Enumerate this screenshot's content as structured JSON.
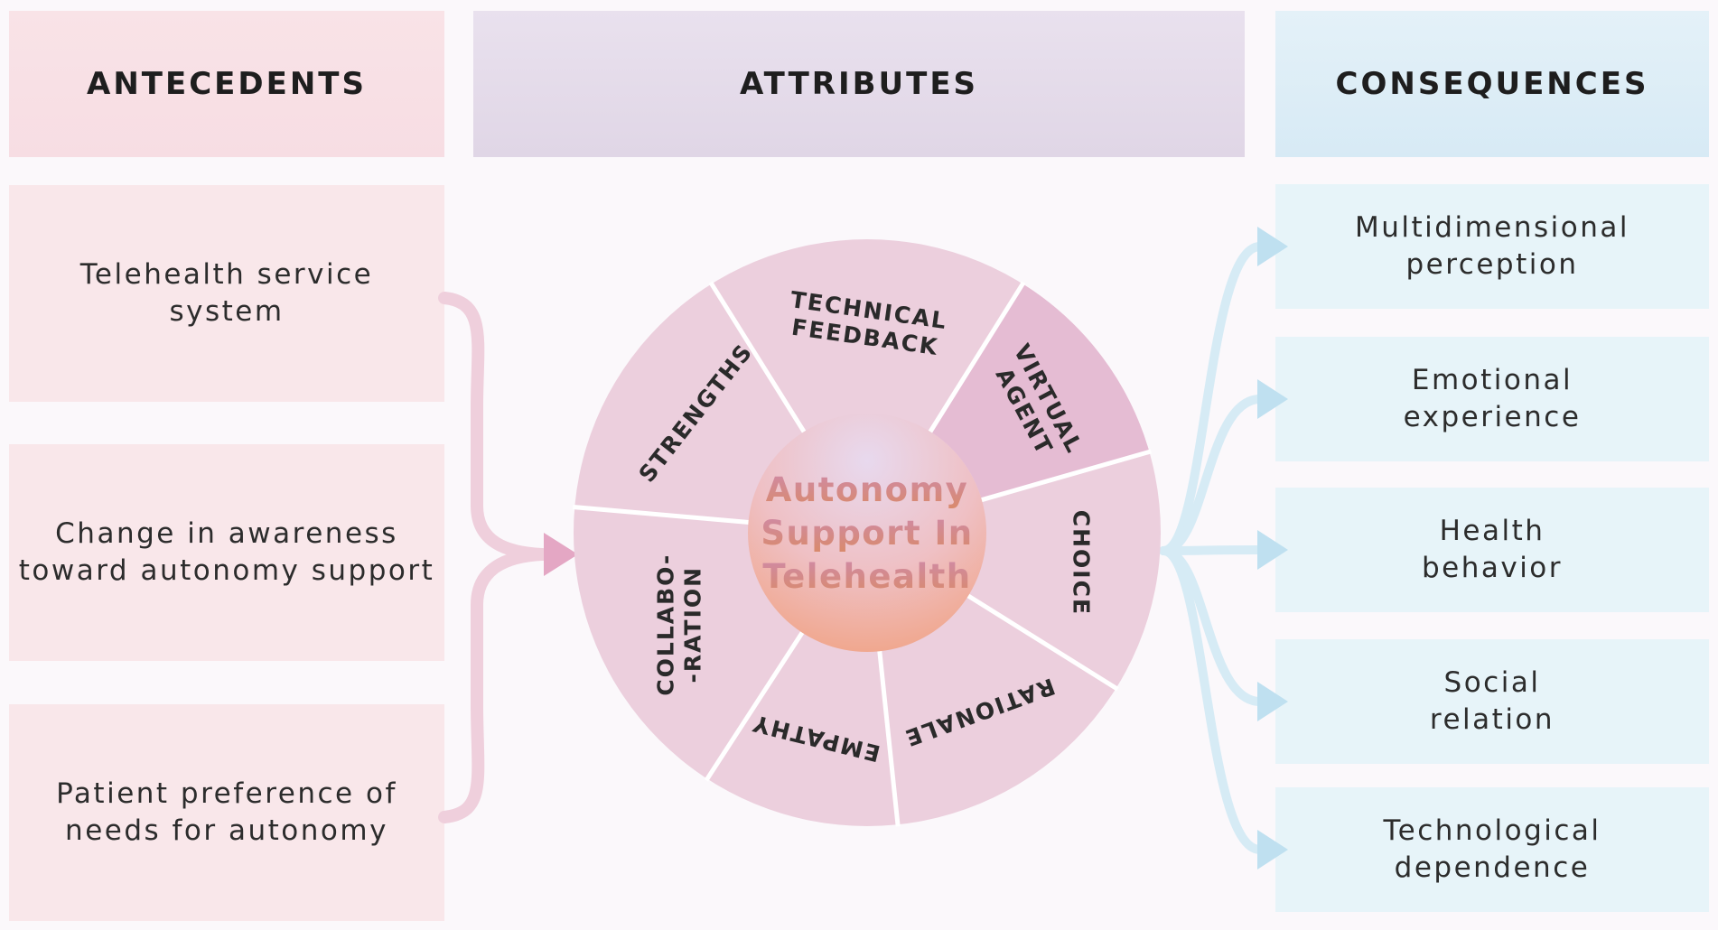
{
  "headers": {
    "antecedents": "ANTECEDENTS",
    "attributes": "ATTRIBUTES",
    "consequences": "CONSEQUENCES"
  },
  "antecedents": [
    "Telehealth service\nsystem",
    "Change in awareness\ntoward autonomy support",
    "Patient preference of\nneeds for autonomy"
  ],
  "center": {
    "line1": "Autonomy",
    "line2": "Support In",
    "line3": "Telehealth"
  },
  "segments": [
    {
      "line1": "TECHNICAL",
      "line2": "FEEDBACK"
    },
    {
      "line1": "VIRTUAL",
      "line2": "AGENT"
    },
    {
      "line1": "CHOICE",
      "line2": ""
    },
    {
      "line1": "RATIONALE",
      "line2": ""
    },
    {
      "line1": "EMPATHY",
      "line2": ""
    },
    {
      "line1": "COLLABO-",
      "line2": "-RATION"
    },
    {
      "line1": "STRENGTHS",
      "line2": ""
    }
  ],
  "consequences": [
    "Multidimensional\nperception",
    "Emotional\nexperience",
    "Health\nbehavior",
    "Social\nrelation",
    "Technological\ndependence"
  ],
  "colors": {
    "ring_fill": "#eccfdd",
    "segment_highlight": "#e5bcd3",
    "divider": "#ffffff",
    "center_top": "#e8d9ee",
    "center_bottom": "#f0a487",
    "center_text_top": "#cf8aa8",
    "center_text_bottom": "#d98a6b",
    "pink_arrow": "#ecc5d6",
    "pink_arrow_head": "#e4a7c4",
    "blue_arrow": "#cfe7f3",
    "blue_arrow_head": "#bfe0f0"
  }
}
